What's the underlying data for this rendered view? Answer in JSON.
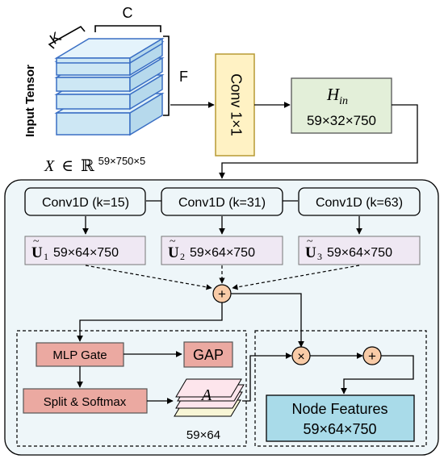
{
  "input": {
    "side_label": "Input Tensor",
    "dim_c": "C",
    "dim_k": "K",
    "dim_f": "F",
    "formula_var": "X",
    "formula_in": "∈",
    "formula_set": "ℝ",
    "formula_sup": "59×750×5"
  },
  "conv": {
    "label": "Conv 1×1"
  },
  "h_in": {
    "main": "H",
    "sub": "in",
    "dims": "59×32×750"
  },
  "branches": [
    {
      "conv": "Conv1D (k=15)",
      "u_sub": "1",
      "u_dims": "59×64×750"
    },
    {
      "conv": "Conv1D (k=31)",
      "u_sub": "2",
      "u_dims": "59×64×750"
    },
    {
      "conv": "Conv1D (k=63)",
      "u_sub": "3",
      "u_dims": "59×64×750"
    }
  ],
  "u_symbol": "U",
  "plus_symbol": "+",
  "times_symbol": "×",
  "gate": {
    "mlp": "MLP Gate",
    "gap": "GAP",
    "split": "Split & Softmax",
    "a_label": "A",
    "a_dims": "59×64"
  },
  "node": {
    "title": "Node Features",
    "dims": "59×64×750"
  },
  "colors": {
    "block_blue": "#cde7f4",
    "block_edge": "#3a6fc4",
    "conv_yellow": "#fff2c4",
    "conv_edge": "#b79a34",
    "hin_green": "#e3efd9",
    "panel_bg": "#eef6f9",
    "tilde_u_box": "#efe8f3",
    "op_orange": "#f8cba7",
    "gate_red": "#eba9a1",
    "a_pink": "#fde5ec",
    "node_cyan": "#a9dbe9"
  }
}
